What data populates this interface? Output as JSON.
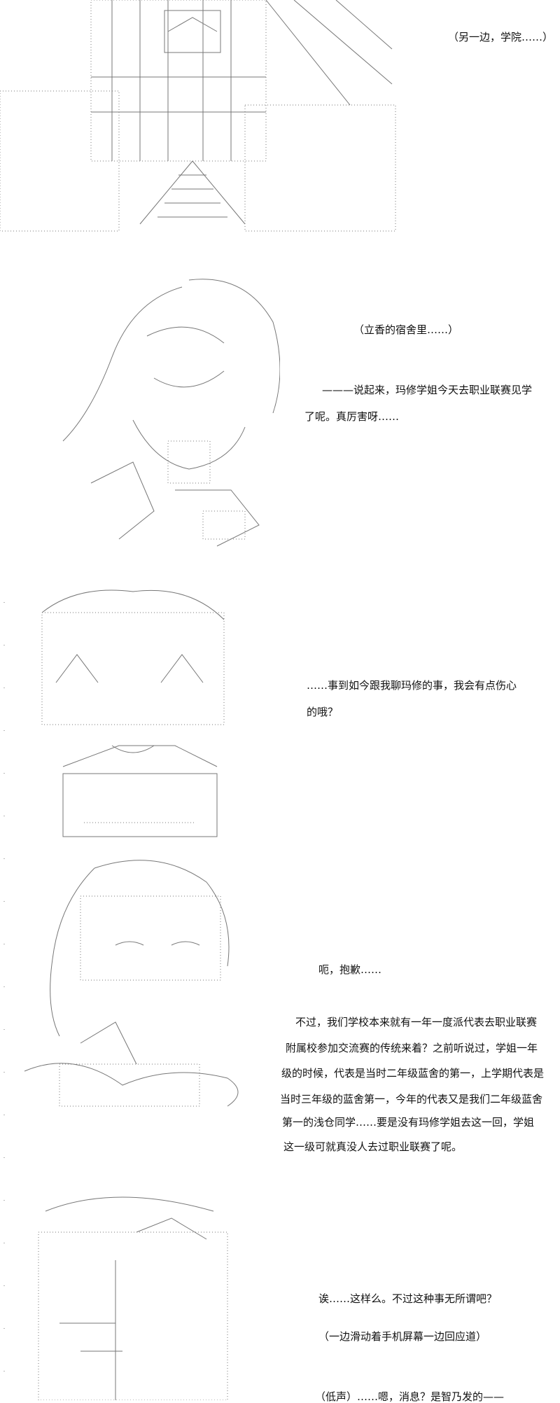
{
  "panels": [
    {
      "lines": [
        "（另一边，学院……）"
      ]
    },
    {
      "lines": [
        "（立香的宿舍里……）",
        "———说起来，玛修学姐今天去职业联赛见学",
        "了呢。真厉害呀……"
      ]
    },
    {
      "lines": [
        "……事到如今跟我聊玛修的事，我会有点伤心",
        "的哦？"
      ]
    },
    {
      "lines": [
        "呃，抱歉……",
        "　不过，我们学校本来就有一年一度派代表去职业联赛",
        "附属校参加交流赛的传统来着？之前听说过，学姐一年",
        "级的时候，代表是当时二年级蓝舍的第一，上学期代表是",
        "当时三年级的蓝舍第一，今年的代表又是我们二年级蓝舍",
        "第一的浅仓同学……要是没有玛修学姐去这一回，学姐",
        "这一级可就真没人去过职业联赛了呢。"
      ]
    },
    {
      "lines": [
        "诶……这样么。不过这种事无所谓吧？",
        "（一边滑动着手机屏幕一边回应道）",
        "（低声）……嗯，消息？是智乃发的——"
      ]
    }
  ]
}
